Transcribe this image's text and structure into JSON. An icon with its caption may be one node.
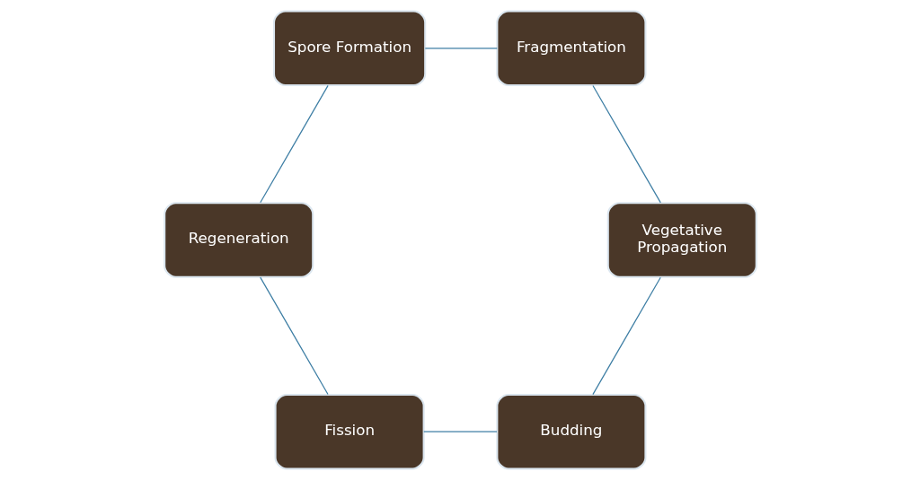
{
  "diagram": {
    "nodes": [
      {
        "text": [
          "Budding"
        ]
      },
      {
        "text": [
          "Vegetative Propagation"
        ]
      },
      {
        "text": [
          "Fission"
        ]
      },
      {
        "text": [
          "Fragmentation"
        ]
      },
      {
        "text": [
          "Regeneration"
        ]
      },
      {
        "text": [
          "Spore Formation"
        ]
      }
    ],
    "edges": [
      {
        "from": 0,
        "to": 2,
        "arrow": "none"
      },
      {
        "from": 2,
        "to": 4,
        "arrow": "none"
      },
      {
        "from": 4,
        "to": 5,
        "arrow": "none"
      },
      {
        "from": 5,
        "to": 3,
        "arrow": "none"
      },
      {
        "from": 3,
        "to": 1,
        "arrow": "none"
      },
      {
        "from": 1,
        "to": 0,
        "arrow": "none"
      }
    ]
  }
}
